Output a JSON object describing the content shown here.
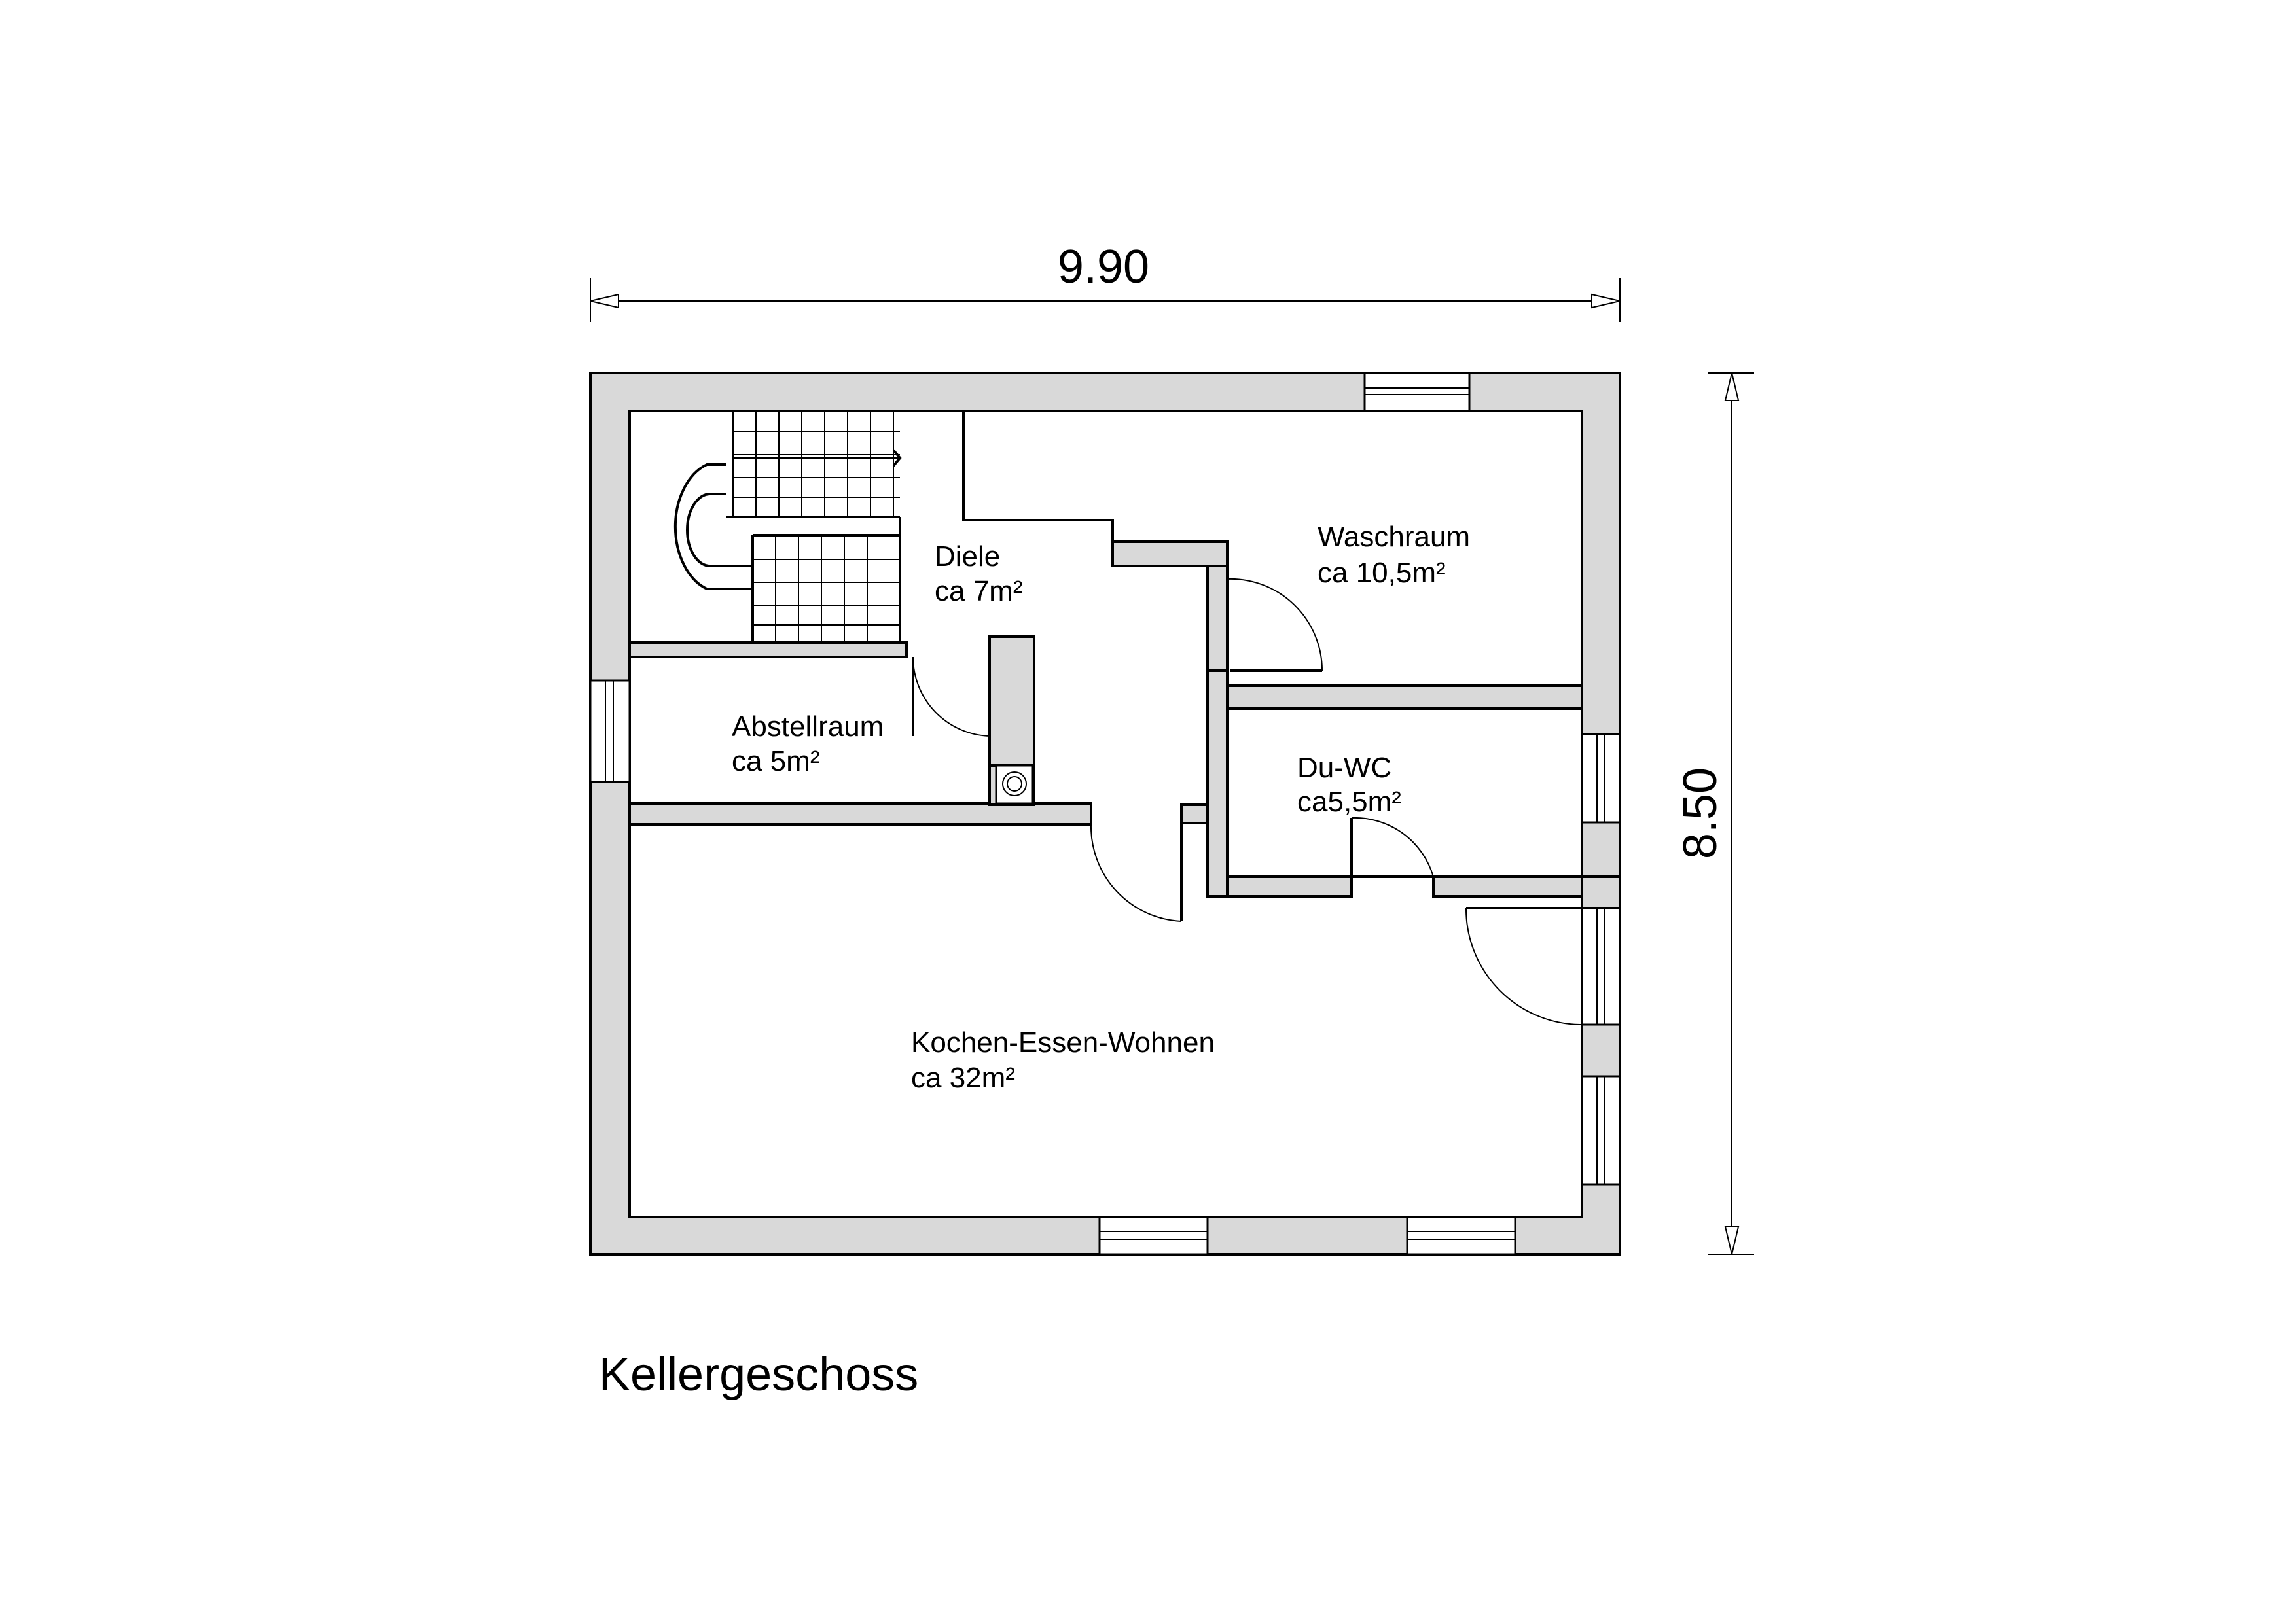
{
  "plan": {
    "caption": "Kellergeschoss",
    "dimensions": {
      "width": "9.90",
      "height": "8.50"
    },
    "rooms": {
      "diele": {
        "name": "Diele",
        "area": "ca 7m²"
      },
      "waschraum": {
        "name": "Waschraum",
        "area": "ca 10,5m²"
      },
      "abstellraum": {
        "name": "Abstellraum",
        "area": "ca 5m²"
      },
      "du_wc": {
        "name": "Du-WC",
        "area": "ca5,5m²"
      },
      "kochen": {
        "name": "Kochen-Essen-Wohnen",
        "area": "ca 32m²"
      }
    }
  }
}
